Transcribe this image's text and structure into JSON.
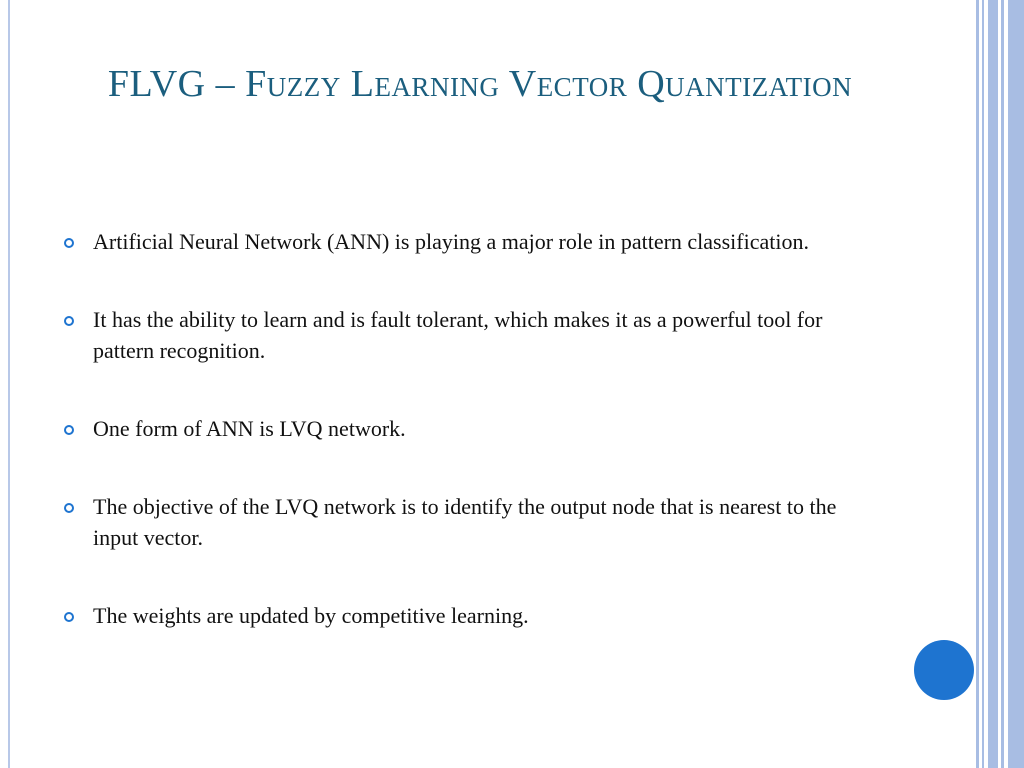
{
  "slide": {
    "title": "FLVG – Fuzzy Learning Vector Quantization",
    "bullets": [
      "Artificial Neural Network (ANN) is playing a major role in pattern classification.",
      "It has the ability to learn and is fault tolerant, which makes it as a powerful tool for pattern recognition.",
      "One form of ANN is LVQ network.",
      "The objective of the LVQ network is to identify the output node that is nearest to the input vector.",
      "The weights are updated by competitive learning."
    ],
    "colors": {
      "title": "#1b5e7e",
      "bullet": "#1e74d0",
      "stripes": "#a8bde3",
      "circle": "#1e74d0"
    }
  }
}
